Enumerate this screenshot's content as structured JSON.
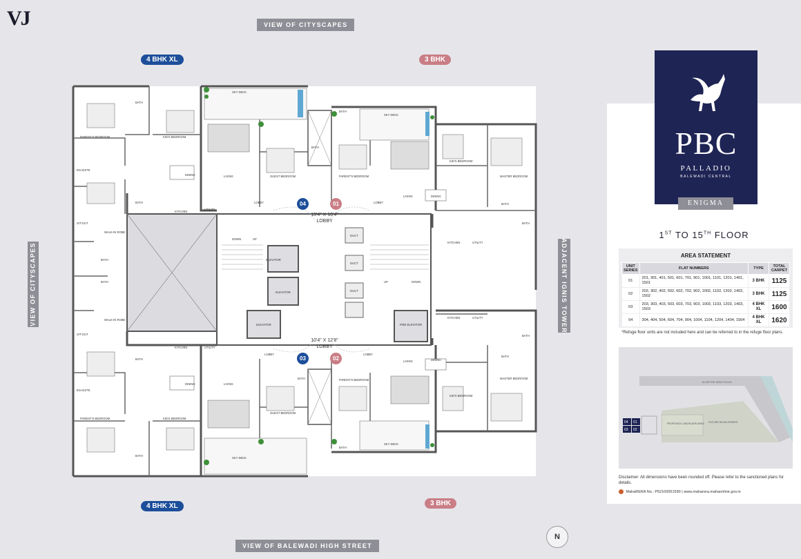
{
  "brand_mark": "VJ",
  "views": {
    "top": "VIEW OF CITYSCAPES",
    "left": "VIEW OF CITYSCAPES",
    "right": "ADJACENT IGNIS TOWER",
    "bottom": "VIEW OF BALEWADI HIGH STREET"
  },
  "unit_pills": {
    "top_left": "4 BHK XL",
    "top_right": "3 BHK",
    "bottom_left": "4 BHK XL",
    "bottom_right": "3 BHK"
  },
  "unit_numbers": {
    "u04": "04",
    "u01": "01",
    "u03": "03",
    "u02": "02"
  },
  "lobby": {
    "upper_size": "10'4\" X 10'4\"",
    "upper_name": "LOBBY",
    "lower_size": "10'4\" X 12'8\"",
    "lower_name": "LOBBY"
  },
  "plan_labels": {
    "elevator": "ELEVATOR",
    "fire_elevator": "FIRE ELEVATOR",
    "duct": "DUCT",
    "up": "UP",
    "down": "DOWN",
    "sky_deck": "SKY DECK",
    "living": "LIVING",
    "dining": "DINING",
    "kitchen": "KITCHEN",
    "utility": "UTILITY",
    "bath": "BATH",
    "lobby": "LOBBY",
    "guest_bedroom": "GUEST BEDROOM",
    "parents_bedroom": "PARENT'S BEDROOM",
    "kids_bedroom": "KID'S BEDROOM",
    "master_bedroom": "MASTER BEDROOM",
    "en_suite": "EN-SUITE",
    "walk_in_robe": "WALK-IN ROBE",
    "sit_out": "SIT-OUT"
  },
  "brand": {
    "name": "PBC",
    "sub": "PALLADIO",
    "place": "BALEWADI CENTRAL",
    "tag": "ENIGMA"
  },
  "floor_title": {
    "from": "1",
    "from_sup": "ST",
    "mid": "TO 15",
    "to_sup": "TH",
    "end": "FLOOR"
  },
  "area_statement": {
    "title": "AREA STATEMENT",
    "headers": [
      "UNIT SERIES",
      "FLAT NUMBERS",
      "TYPE",
      "TOTAL CARPET"
    ],
    "rows": [
      {
        "series": "01",
        "flats": "201, 301, 401, 501, 601, 701, 901, 1001, 1101, 1201, 1401, 1501",
        "type": "3 BHK",
        "carpet": "1125"
      },
      {
        "series": "02",
        "flats": "202, 302, 402, 502, 602, 702, 902, 1002, 1102, 1202, 1402, 1502",
        "type": "3 BHK",
        "carpet": "1125"
      },
      {
        "series": "03",
        "flats": "203, 303, 403, 503, 603, 703, 903, 1003, 1103, 1203, 1403, 1503",
        "type": "4 BHK XL",
        "carpet": "1600"
      },
      {
        "series": "04",
        "flats": "304, 404, 504, 604, 704, 904, 1004, 1104, 1204, 1404, 1504",
        "type": "4 BHK XL",
        "carpet": "1620"
      }
    ]
  },
  "refuge_note": "*Refuge floor units are not included here and can be referred to in the refuge floor plans.",
  "site_plan": {
    "units": [
      "04",
      "01",
      "03",
      "02"
    ],
    "road": "18 METRE WIDE ROAD",
    "landscape": "PROPOSED LANDSCAPE AREA",
    "future": "FUTURE DEVELOPMENT"
  },
  "disclaimer": "Disclaimer: All dimensions have been rounded off. Please refer to the sanctioned plans for details.",
  "maharera": "MahaRERA No.: P52100051590 | www.maharera.mahaonline.gov.in",
  "north": "N",
  "colors": {
    "navy": "#1e2454",
    "pill_blue": "#1d4e9a",
    "pill_pink": "#c97e86",
    "tag_grey": "#8e8e96"
  }
}
